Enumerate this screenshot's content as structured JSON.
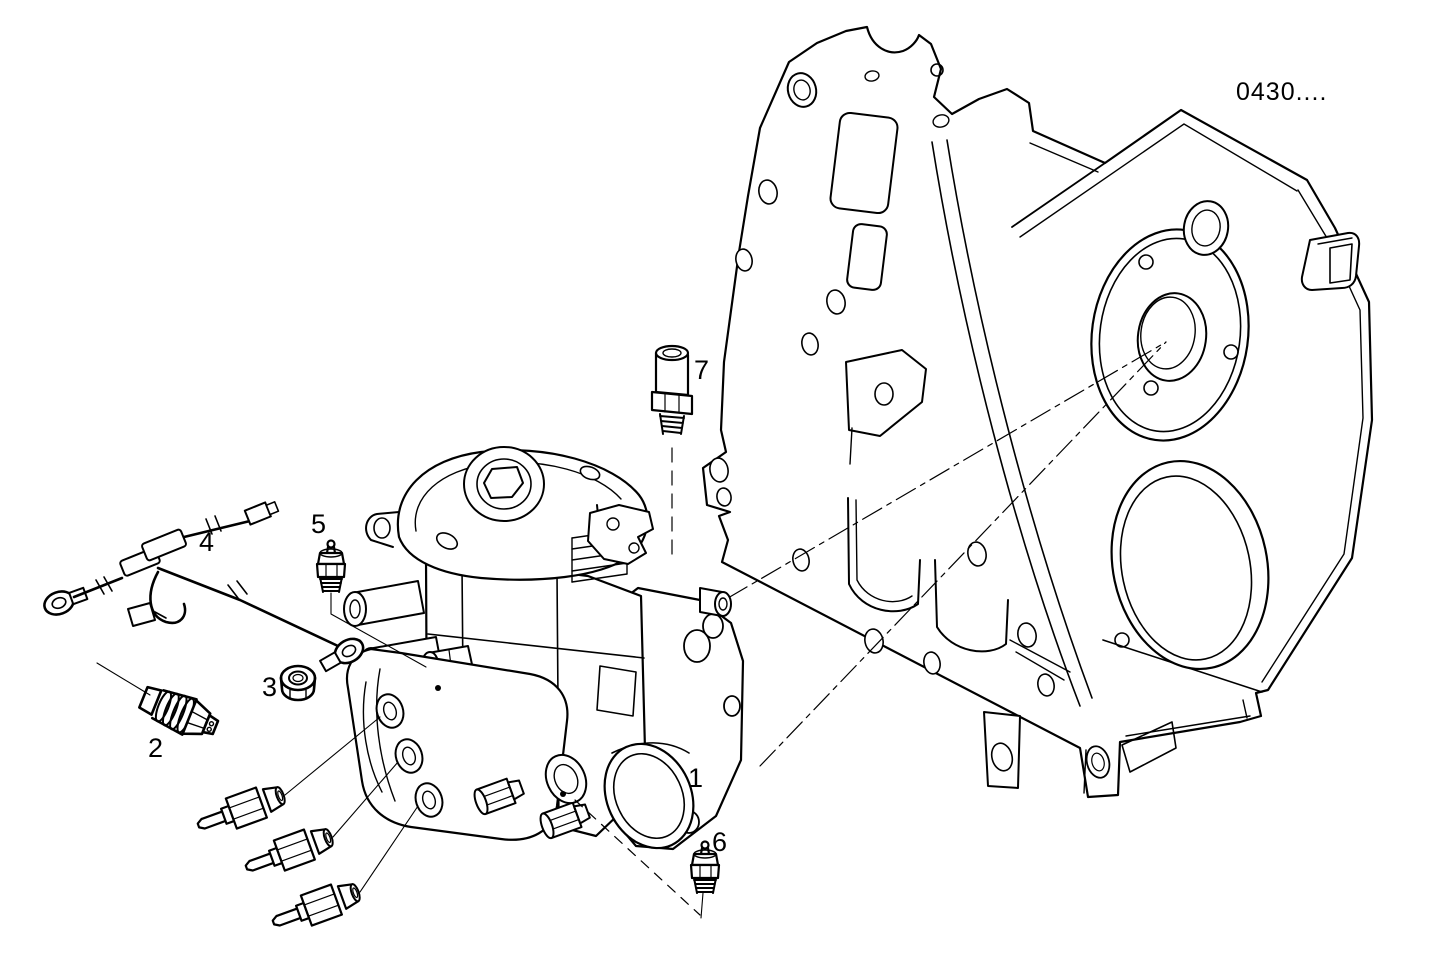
{
  "figure": {
    "code": "0430....",
    "callouts": [
      {
        "id": 1,
        "label": "1"
      },
      {
        "id": 2,
        "label": "2"
      },
      {
        "id": 3,
        "label": "3"
      },
      {
        "id": 4,
        "label": "4"
      },
      {
        "id": 5,
        "label": "5"
      },
      {
        "id": 6,
        "label": "6"
      },
      {
        "id": 7,
        "label": "7"
      }
    ]
  },
  "colors": {
    "line": "#000000",
    "background": "#ffffff"
  }
}
